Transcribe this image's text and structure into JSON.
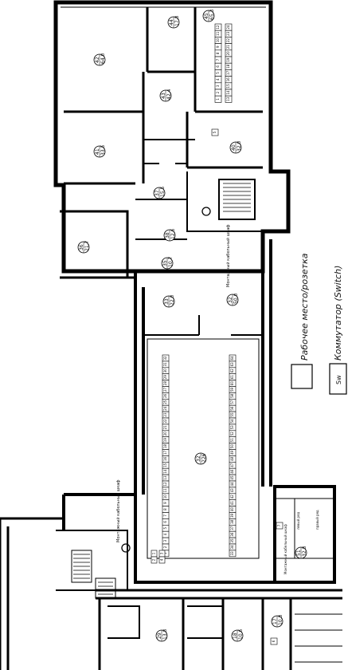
{
  "rooms": [
    {
      "num": "42",
      "area": "64,0"
    },
    {
      "num": "44",
      "area": "17,8"
    },
    {
      "num": "45",
      "area": "65,3"
    },
    {
      "num": "43",
      "area": "42,4"
    },
    {
      "num": "41",
      "area": "33,5"
    },
    {
      "num": "40",
      "area": "32,0"
    },
    {
      "num": "37",
      "area": "15,5"
    },
    {
      "num": "36",
      "area": "21,7"
    },
    {
      "num": "38",
      "area": "12,6"
    },
    {
      "num": "35",
      "area": "10,7"
    },
    {
      "num": "33",
      "area": "22,0"
    },
    {
      "num": "32",
      "area": "50,0"
    },
    {
      "num": "32",
      "area": "226"
    },
    {
      "num": "51",
      "area": "32,8"
    },
    {
      "num": "29",
      "area": "13,8"
    },
    {
      "num": "18",
      "area": "10,6"
    },
    {
      "num": "17",
      "area": "10,8"
    }
  ],
  "labels": {
    "cabinet_1": "Монтажный кабельный шкаф",
    "cabinet_2": "Монтажный кабельный шкаф",
    "cabinet_3": "Монтажный кабельный шкаф",
    "row_left": "левый ряд",
    "row_right": "правый ряд"
  },
  "legend": {
    "workplace": "Рабочее место/розетка",
    "switch_symbol": "Sw",
    "switch": "Коммутатор (Switch)"
  },
  "desks": {
    "room45_left": [
      "1",
      "2",
      "3",
      "4",
      "5",
      "6",
      "7",
      "8",
      "9",
      "10",
      "11",
      "12"
    ],
    "room45_right": [
      "13",
      "14",
      "15",
      "16",
      "17",
      "18",
      "19",
      "20",
      "21",
      "22",
      "23",
      "24"
    ],
    "hall_left": [
      "1",
      "2",
      "3",
      "4",
      "5",
      "6",
      "7",
      "8",
      "9",
      "10",
      "11",
      "12",
      "13",
      "14",
      "15",
      "16",
      "17",
      "18",
      "19",
      "20",
      "21",
      "22",
      "23",
      "24",
      "25",
      "26",
      "27",
      "28",
      "29",
      "30",
      "31",
      "32"
    ],
    "hall_right": [
      "33",
      "34",
      "35",
      "36",
      "37",
      "38",
      "39",
      "40",
      "41",
      "42",
      "43",
      "44",
      "45",
      "46",
      "47",
      "48",
      "49",
      "50",
      "51",
      "52",
      "53",
      "54",
      "55",
      "56",
      "57",
      "58",
      "59",
      "60",
      "61",
      "62",
      "63",
      "64"
    ],
    "small": [
      "1",
      "2",
      "3",
      "4",
      "5",
      "6",
      "7"
    ]
  }
}
